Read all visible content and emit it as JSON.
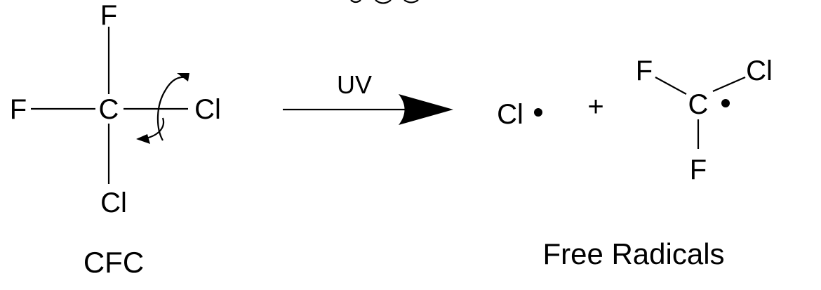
{
  "reactant": {
    "atoms": {
      "f_top": "F",
      "f_left": "F",
      "c_center": "C",
      "cl_right": "Cl",
      "cl_bottom": "Cl"
    },
    "caption": "CFC"
  },
  "arrow": {
    "label": "UV"
  },
  "products": {
    "chlorine_radical": "Cl",
    "plus_sign": "+",
    "radical_atoms": {
      "f_left": "F",
      "cl_right": "Cl",
      "c_center": "C",
      "f_bottom": "F"
    },
    "caption": "Free Radicals"
  },
  "colors": {
    "ink": "#000000",
    "background": "#ffffff"
  }
}
